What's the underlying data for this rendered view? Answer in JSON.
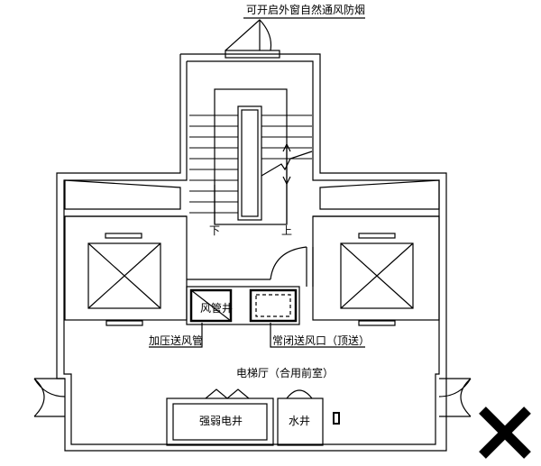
{
  "labels": {
    "window_note": "可开启外窗自然通风防烟",
    "stair_down": "下",
    "stair_up": "上",
    "duct_shaft": "风管井",
    "pressurized_duct": "加压送风管",
    "normally_closed_vent": "常闭送风口（顶送）",
    "lobby": "电梯厅（合用前室）",
    "electrical_shaft": "强弱电井",
    "water_shaft": "水井"
  },
  "colors": {
    "line": "#000000",
    "background": "#ffffff"
  },
  "icons": {
    "mark": "close-x-icon"
  }
}
